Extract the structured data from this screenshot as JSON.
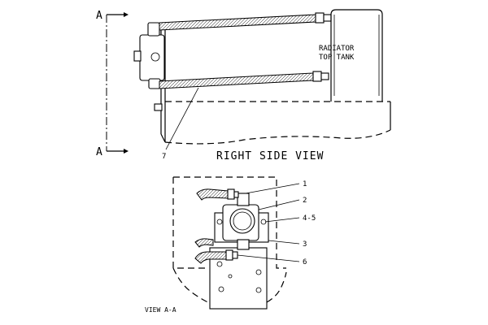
{
  "view": {
    "title": "RIGHT SIDE VIEW",
    "section_label_top": "A",
    "section_label_bottom": "A",
    "detail_title": "VIEW A-A"
  },
  "labels": {
    "radiator_line1": "RADIATOR",
    "radiator_line2": "TOP TANK",
    "callout_7": "7",
    "callout_1": "1",
    "callout_2": "2",
    "callout_4_5": "4-5",
    "callout_3": "3",
    "callout_6": "6"
  }
}
